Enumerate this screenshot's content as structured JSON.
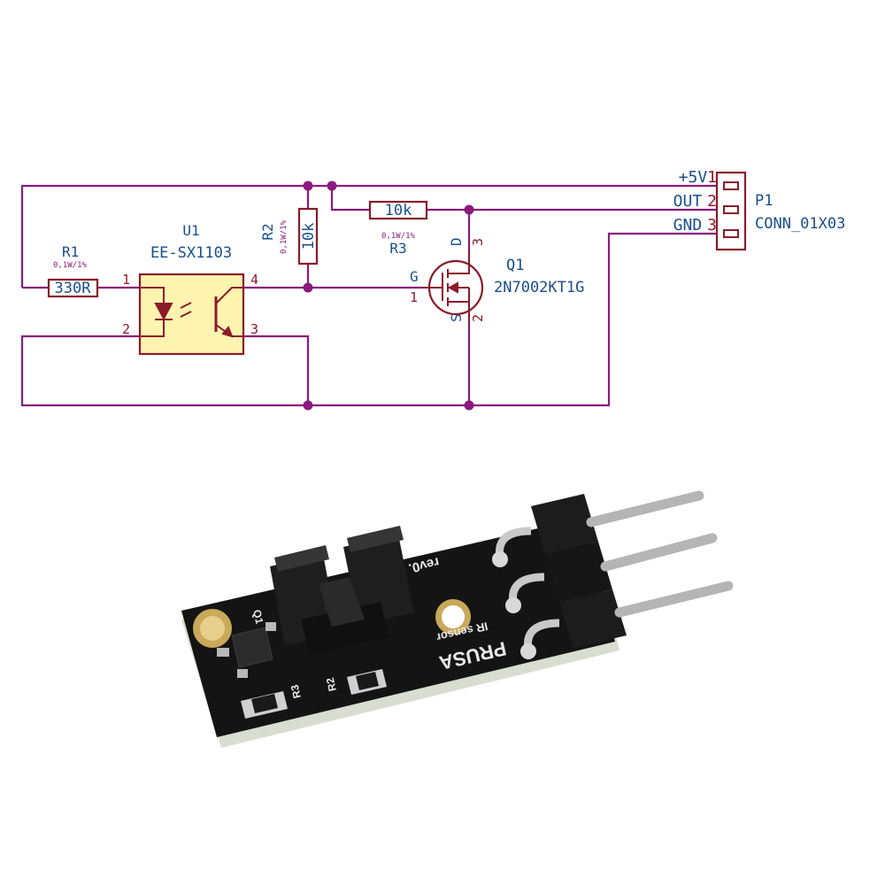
{
  "schematic": {
    "r1": {
      "ref": "R1",
      "value": "330R",
      "rating": "0,1W/1%"
    },
    "r2": {
      "ref": "R2",
      "value": "10k",
      "rating": "0,1W/1%"
    },
    "r3": {
      "ref": "R3",
      "value": "10k",
      "rating": "0,1W/1%"
    },
    "u1": {
      "ref": "U1",
      "part": "EE-SX1103",
      "pins": [
        "1",
        "2",
        "3",
        "4"
      ]
    },
    "q1": {
      "ref": "Q1",
      "part": "2N7002KT1G",
      "gate": "G",
      "drain": "D",
      "source": "S",
      "pin_g": "1",
      "pin_d": "3",
      "pin_s": "2"
    },
    "p1": {
      "ref": "P1",
      "part": "CONN_01X03",
      "pins": [
        {
          "name": "+5V",
          "num": "1"
        },
        {
          "name": "OUT",
          "num": "2"
        },
        {
          "name": "GND",
          "num": "3"
        }
      ]
    }
  },
  "board": {
    "silk_brand": "PRUSA",
    "silk_sub": "IR sensor",
    "silk_rev": "rev0.",
    "silk_r3": "R3",
    "silk_r2": "R2",
    "silk_q1": "Q1"
  },
  "colors": {
    "wire": "#8b1a7e",
    "component": "#8b1a2a",
    "label": "#1a4f8a",
    "ic_fill": "#fff3b0",
    "pcb": "#141414"
  }
}
